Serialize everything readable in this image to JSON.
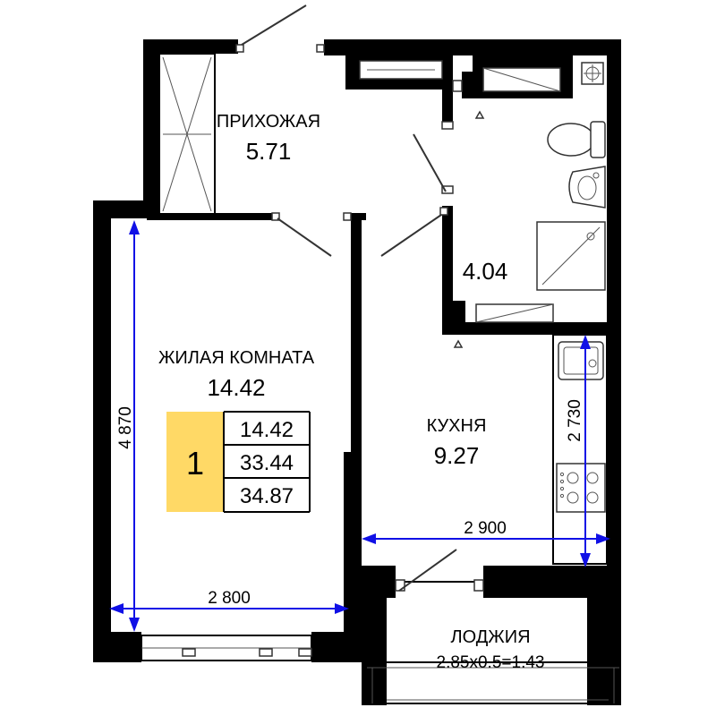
{
  "rooms": {
    "hallway": {
      "name": "ПРИХОЖАЯ",
      "area": "5.71"
    },
    "bathroom": {
      "area": "4.04"
    },
    "living": {
      "name": "ЖИЛАЯ КОМНАТА",
      "area": "14.42"
    },
    "kitchen": {
      "name": "КУХНЯ",
      "area": "9.27"
    },
    "loggia": {
      "name": "ЛОДЖИЯ",
      "formula": "2.85x0.5=1.43"
    }
  },
  "dimensions": {
    "living_height": "4 870",
    "living_width": "2 800",
    "kitchen_width": "2 900",
    "kitchen_height": "2 730"
  },
  "legend": {
    "rooms_count": "1",
    "living_area": "14.42",
    "area_without_loggia": "33.44",
    "total_area": "34.87"
  },
  "colors": {
    "dimension": "#1010e6",
    "badge": "#ffd966",
    "wall": "#000000"
  }
}
